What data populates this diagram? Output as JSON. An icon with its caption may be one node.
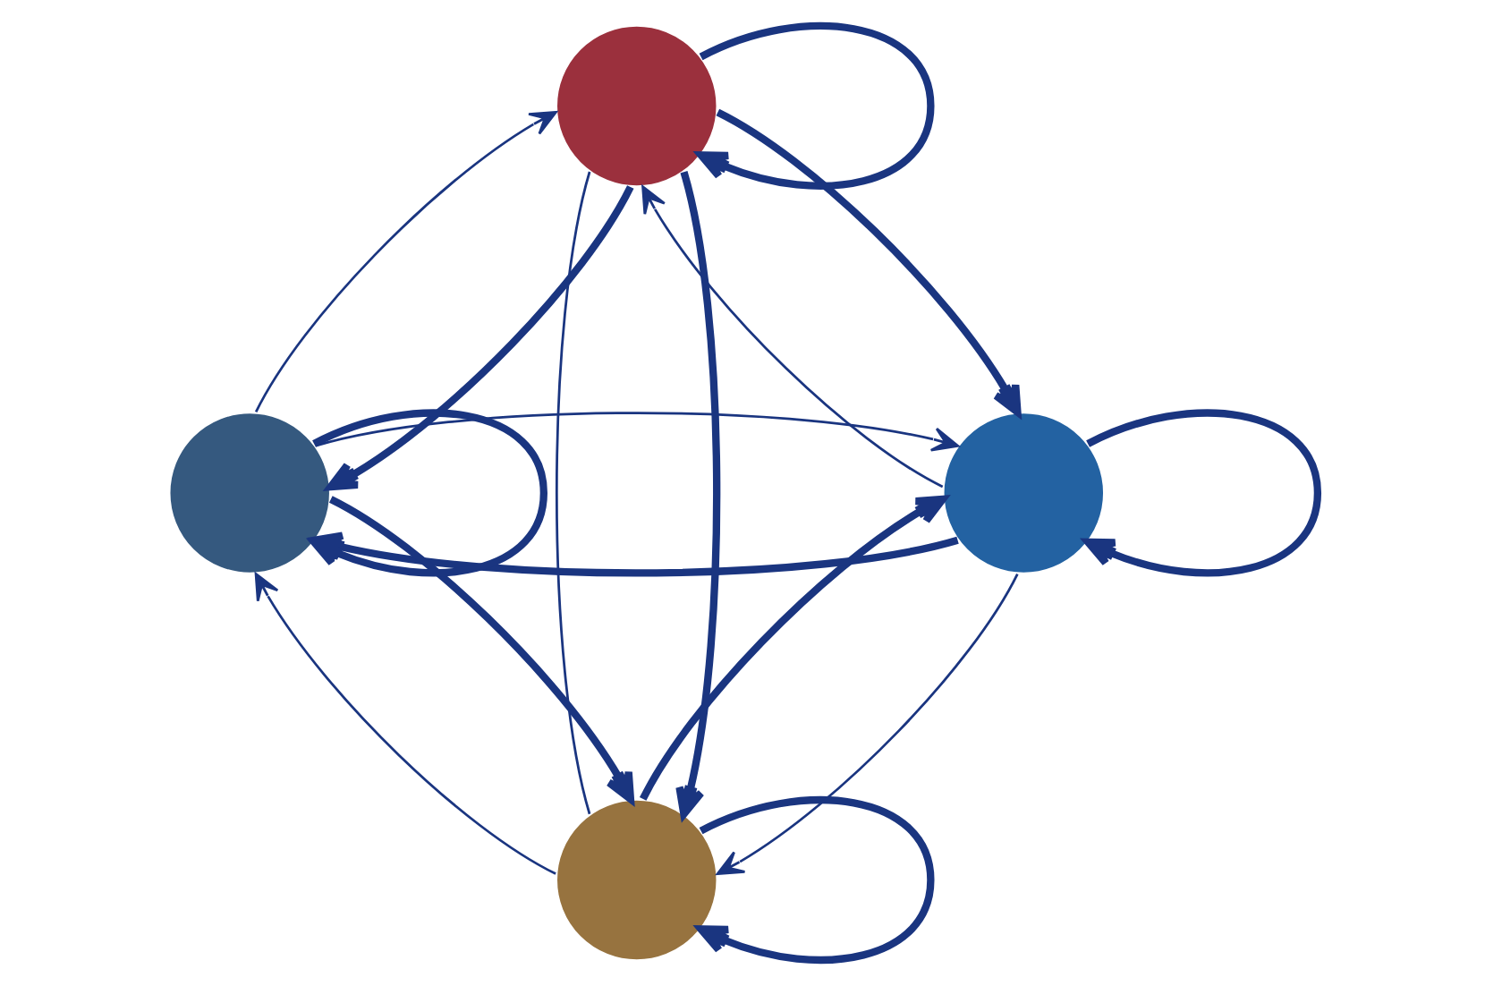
{
  "diagram": {
    "nodes": [
      {
        "text": [],
        "shape": "circle"
      },
      {
        "text": [],
        "shape": "circle"
      },
      {
        "text": [],
        "shape": "circle"
      },
      {
        "text": [],
        "shape": "circle"
      }
    ],
    "edges": [
      {
        "from": 0,
        "to": 0,
        "arrow": "to"
      },
      {
        "from": 0,
        "to": 1,
        "arrow": "to"
      },
      {
        "from": 1,
        "to": 0,
        "arrow": "to"
      },
      {
        "from": 2,
        "to": 0,
        "arrow": "to"
      },
      {
        "from": 0,
        "to": 2,
        "arrow": "none"
      },
      {
        "from": 1,
        "to": 1,
        "arrow": "to"
      },
      {
        "from": 1,
        "to": 2,
        "arrow": "to"
      },
      {
        "from": 2,
        "to": 1,
        "arrow": "to"
      },
      {
        "from": 2,
        "to": 2,
        "arrow": "to"
      },
      {
        "from": 3,
        "to": 0,
        "arrow": "to"
      },
      {
        "from": 0,
        "to": 3,
        "arrow": "to"
      },
      {
        "from": 1,
        "to": 3,
        "arrow": "to"
      },
      {
        "from": 3,
        "to": 1,
        "arrow": "to"
      },
      {
        "from": 2,
        "to": 3,
        "arrow": "to"
      },
      {
        "from": 3,
        "to": 2,
        "arrow": "to"
      },
      {
        "from": 3,
        "to": 3,
        "arrow": "to"
      }
    ]
  }
}
